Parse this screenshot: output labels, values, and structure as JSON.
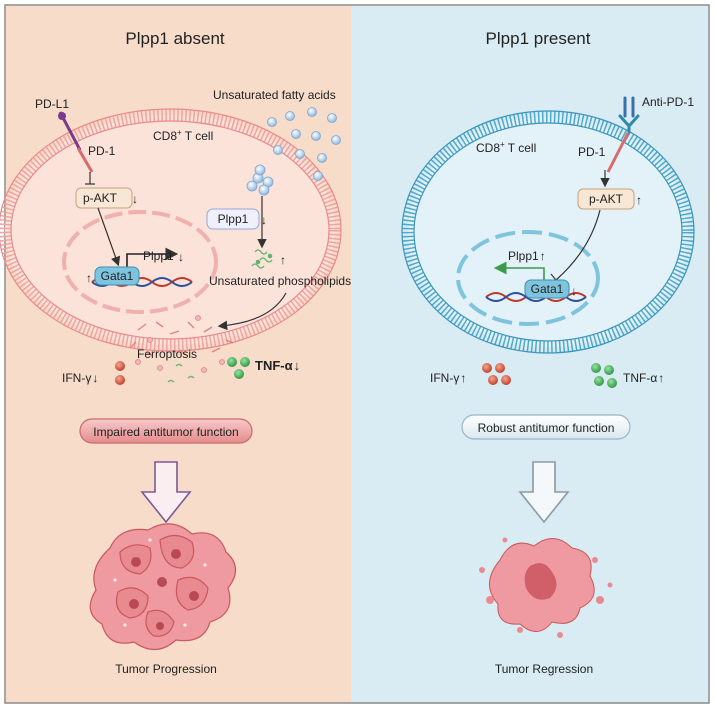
{
  "left": {
    "title": "Plpp1 absent",
    "pdl1": "PD-L1",
    "pd1": "PD-1",
    "cell": "CD8",
    "cell_sup": "+",
    "cell_rest": " T cell",
    "pakt": "p-AKT",
    "pakt_arrow": "↓",
    "plpp1_gene": "Plpp1",
    "plpp1_gene_arrow": "↓",
    "gata1": "Gata1",
    "gata1_arrow": "↑",
    "ufa": "Unsaturated fatty acids",
    "plpp1_box": "Plpp1",
    "plpp1_box_arrow": "↓",
    "ufa_up": "↑",
    "phospholipids": "Unsaturated phospholipids",
    "ferroptosis": "Ferroptosis",
    "ifn": "IFN-γ",
    "ifn_arrow": "↓",
    "tnf": "TNF-α",
    "tnf_arrow": "↓",
    "outcome": "Impaired antitumor function",
    "tumor": "Tumor Progression"
  },
  "right": {
    "title": "Plpp1 present",
    "antibody": "Anti-PD-1",
    "pd1": "PD-1",
    "cell": "CD8",
    "cell_sup": "+",
    "cell_rest": " T cell",
    "pakt": "p-AKT",
    "pakt_arrow": "↑",
    "plpp1_gene": "Plpp1",
    "plpp1_gene_arrow": "↑",
    "gata1": "Gata1",
    "gata1_arrow": "↓",
    "ifn": "IFN-γ",
    "ifn_arrow": "↑",
    "tnf": "TNF-α",
    "tnf_arrow": "↑",
    "outcome": "Robust antitumor function",
    "tumor": "Tumor Regression"
  },
  "colors": {
    "left_bg": "#f6dcc9",
    "right_bg": "#d9ecf4",
    "left_membrane": "#f0a3a3",
    "right_membrane": "#4fa9cc",
    "gata_box": "#7fc4de",
    "tumor": "#e88a8f"
  }
}
